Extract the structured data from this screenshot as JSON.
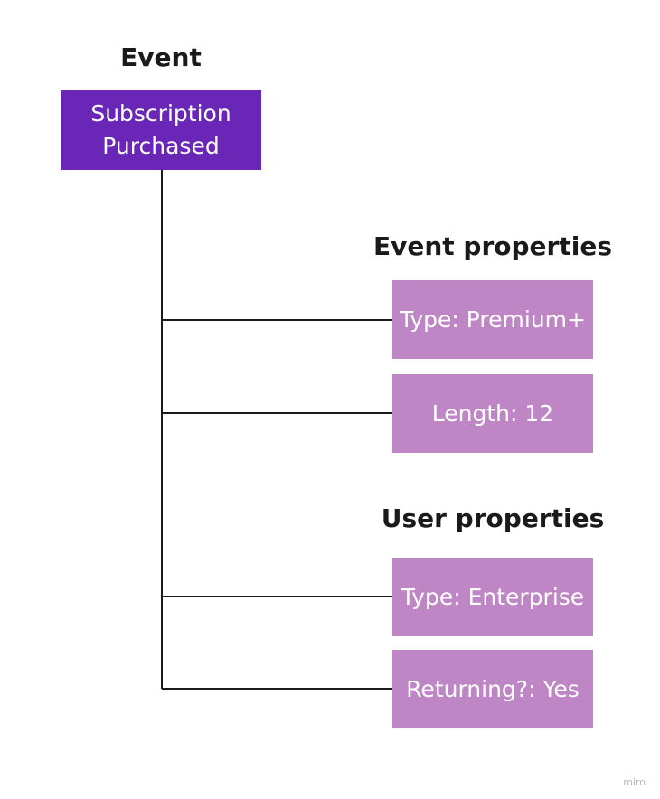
{
  "colors": {
    "event_fill": "#6a26b6",
    "property_fill": "#bf86c6",
    "line": "#1a1a1a"
  },
  "event": {
    "heading": "Event",
    "label_line1": "Subscription",
    "label_line2": "Purchased"
  },
  "event_properties": {
    "heading": "Event properties",
    "items": [
      {
        "label": "Type: Premium+"
      },
      {
        "label": "Length: 12"
      }
    ]
  },
  "user_properties": {
    "heading": "User properties",
    "items": [
      {
        "label": "Type: Enterprise"
      },
      {
        "label": "Returning?: Yes"
      }
    ]
  },
  "watermark": "miro"
}
